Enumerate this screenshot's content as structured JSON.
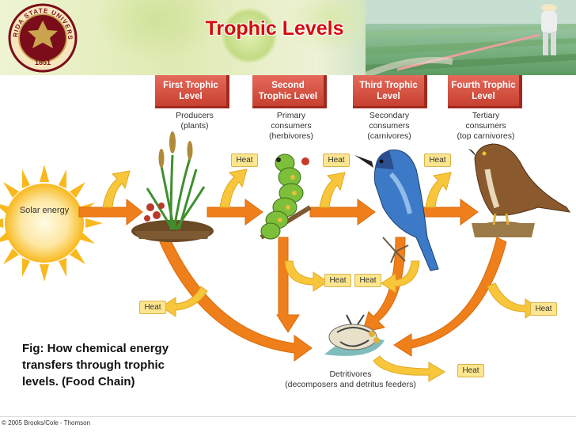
{
  "header": {
    "title": "Trophic Levels",
    "university_seal": {
      "name": "FLORIDA STATE UNIVERSITY",
      "year": "1851"
    }
  },
  "trophic_levels": [
    {
      "title": "First Trophic Level",
      "role": "Producers",
      "example": "(plants)"
    },
    {
      "title": "Second Trophic Level",
      "role": "Primary consumers",
      "example": "(herbivores)"
    },
    {
      "title": "Third Trophic Level",
      "role": "Secondary consumers",
      "example": "(carnivores)"
    },
    {
      "title": "Fourth Trophic Level",
      "role": "Tertiary consumers",
      "example": "(top carnivores)"
    }
  ],
  "source": "Solar energy",
  "heat_label": "Heat",
  "detritivores": {
    "name": "Detritivores",
    "detail": "(decomposers and detritus feeders)"
  },
  "caption": "Fig: How chemical energy transfers through trophic levels. (Food Chain)",
  "copyright": "© 2005 Brooks/Cole - Thomson",
  "colors": {
    "title_red": "#d40a0a",
    "level_box": "#d0463a",
    "arrow_orange": "#ef7f1a",
    "heat_arrow_yellow": "#f7c63a",
    "heat_box": "#fde68f",
    "sun": "#f9b81d"
  }
}
